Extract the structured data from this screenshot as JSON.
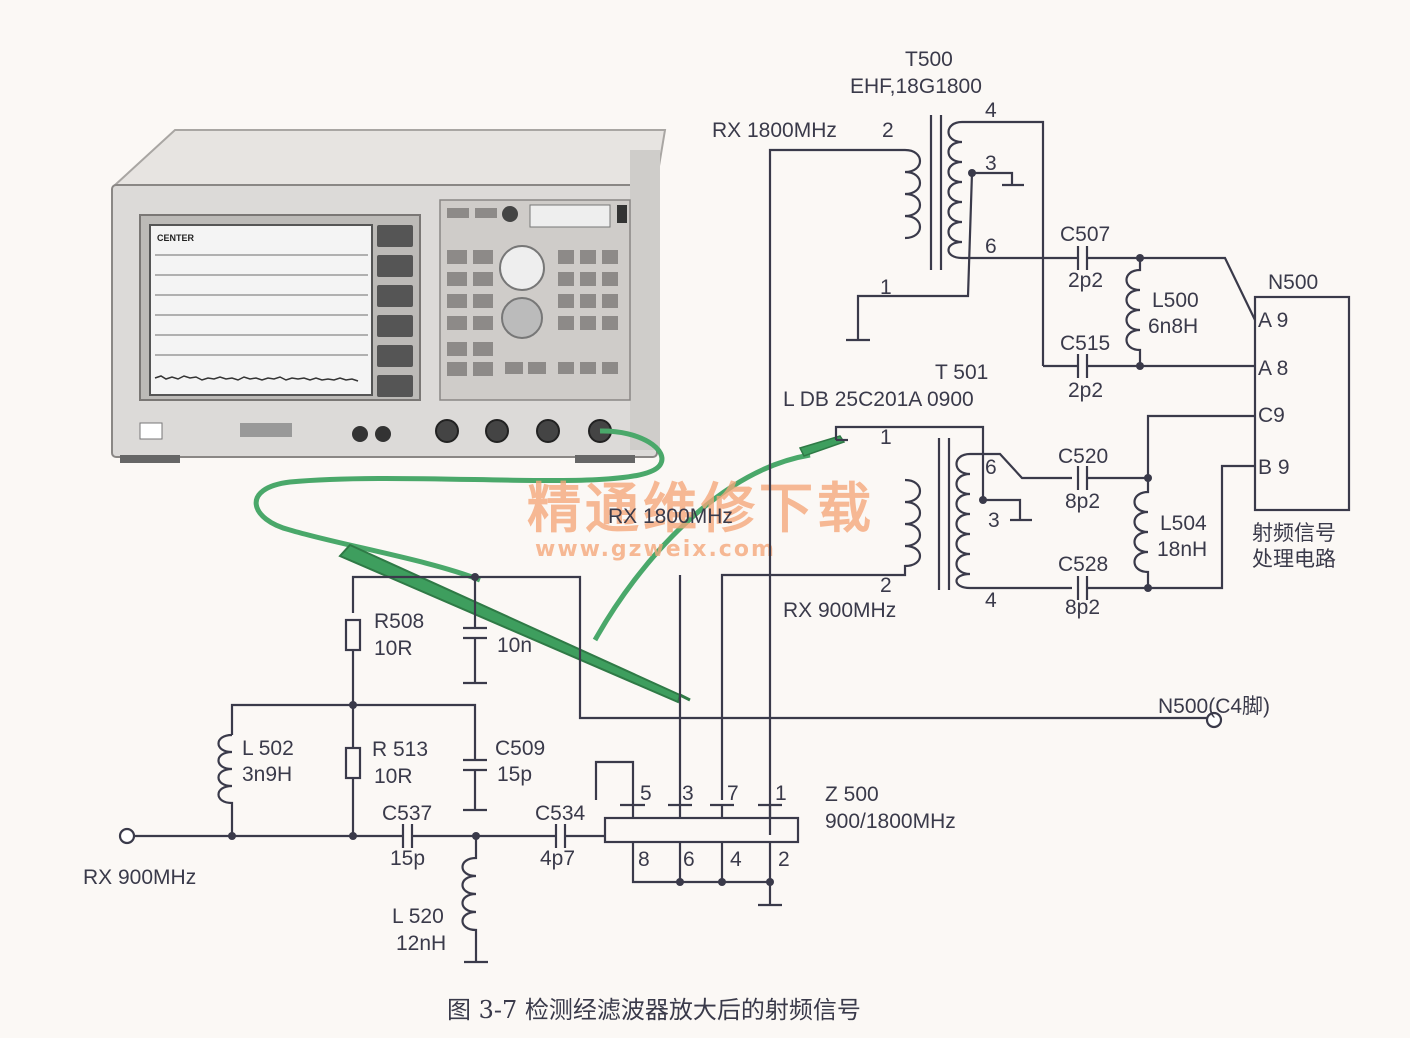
{
  "caption": "图 3-7   检测经滤波器放大后的射频信号",
  "watermark": {
    "title": "精通维修下载",
    "url": "www.gzweix.com"
  },
  "instrument": {
    "screen_label": "CENTER"
  },
  "labels": {
    "probe_point": "RX 1800MHz",
    "n500_c4": "N500(C4脚)",
    "rx900_input": "RX  900MHz"
  },
  "components": {
    "t500": {
      "ref": "T500",
      "part": "EHF,18G1800",
      "input": "RX  1800MHz",
      "pin1": "1",
      "pin2": "2",
      "pin3": "3",
      "pin4": "4",
      "pin6": "6"
    },
    "c507": {
      "ref": "C507",
      "value": "2p2"
    },
    "c515": {
      "ref": "C515",
      "value": "2p2"
    },
    "l500": {
      "ref": "L500",
      "value": "6n8H"
    },
    "n500": {
      "ref": "N500",
      "pin_a9": "A 9",
      "pin_a8": "A 8",
      "pin_c9": "C9",
      "pin_b9": "B 9",
      "desc_line1": "射频信号",
      "desc_line2": "处理电路"
    },
    "t501": {
      "ref": "T 501",
      "part": "L DB 25C201A 0900",
      "input": "RX  900MHz",
      "pin1": "1",
      "pin2": "2",
      "pin3": "3",
      "pin4": "4",
      "pin6": "6"
    },
    "c520": {
      "ref": "C520",
      "value": "8p2"
    },
    "c528": {
      "ref": "C528",
      "value": "8p2"
    },
    "l504": {
      "ref": "L504",
      "value": "18nH"
    },
    "r508": {
      "ref": "R508",
      "value": "10R"
    },
    "c_10n": {
      "value": "10n"
    },
    "r513": {
      "ref": "R 513",
      "value": "10R"
    },
    "c509": {
      "ref": "C509",
      "value": "15p"
    },
    "l502": {
      "ref": "L 502",
      "value": "3n9H"
    },
    "c537": {
      "ref": "C537",
      "value": "15p"
    },
    "c534": {
      "ref": "C534",
      "value": "4p7"
    },
    "l520": {
      "ref": "L 520",
      "value": "12nH"
    },
    "z500": {
      "ref": "Z 500",
      "desc": "900/1800MHz",
      "pin1": "1",
      "pin2": "2",
      "pin3": "3",
      "pin4": "4",
      "pin5": "5",
      "pin6": "6",
      "pin7": "7",
      "pin8": "8"
    }
  }
}
